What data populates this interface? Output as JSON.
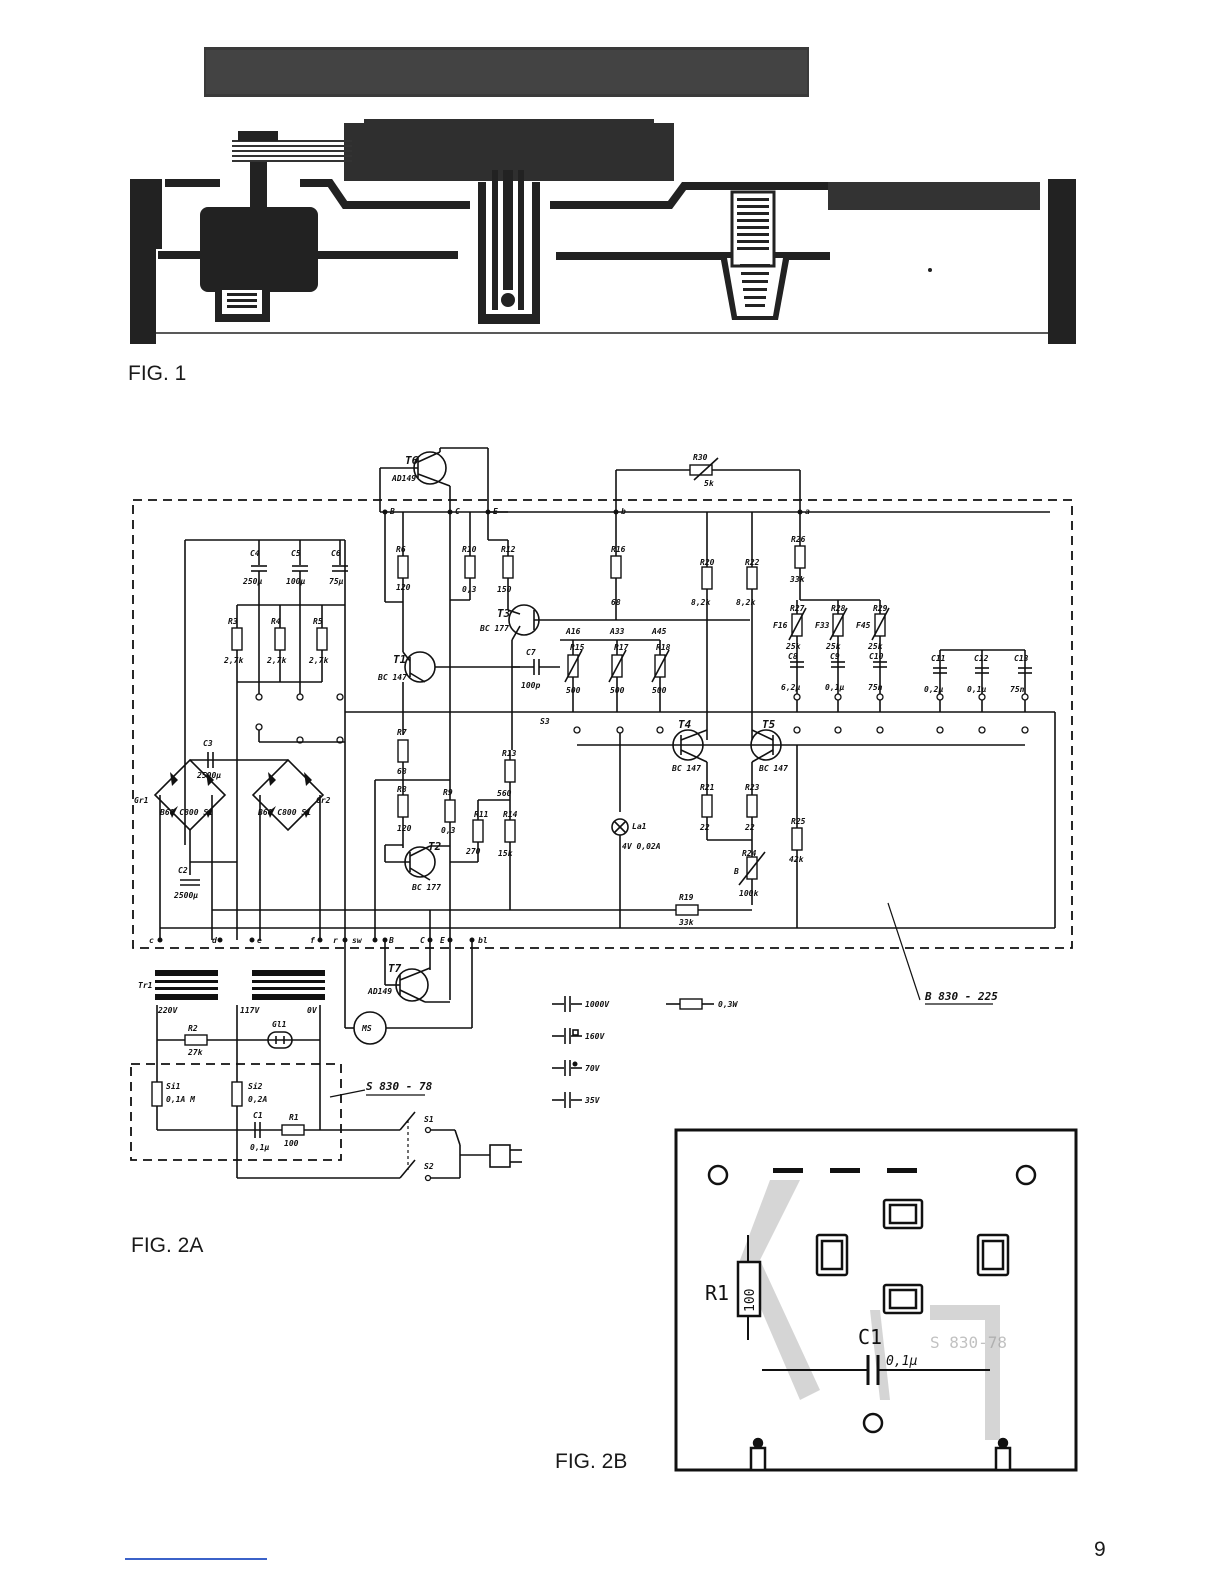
{
  "figures": {
    "fig1": "FIG. 1",
    "fig2a": "FIG. 2A",
    "fig2b": "FIG. 2B"
  },
  "page_number": "9",
  "schematic": {
    "transistors": {
      "t6": "T6",
      "t6_type": "AD149",
      "t7": "T7",
      "t7_type": "AD149",
      "t1": "T1",
      "t1_type": "BC 147",
      "t2": "T2",
      "t2_type": "BC 177",
      "t3": "T3",
      "t3_type": "BC 177",
      "t4": "T4",
      "t4_type": "BC 147",
      "t5": "T5",
      "t5_type": "BC 147"
    },
    "resistors": {
      "r30": "R30",
      "r30_val": "5k",
      "r26": "R26",
      "r26_val": "33k",
      "r27": "R27",
      "r27_val": "25k",
      "r27_tag": "F16",
      "r28": "R28",
      "r28_val": "25k",
      "r28_tag": "F33",
      "r29": "R29",
      "r29_val": "25k",
      "r29_tag": "F45",
      "r3": "R3",
      "r3_val": "2,7k",
      "r4": "R4",
      "r4_val": "2,7k",
      "r5": "R5",
      "r5_val": "2,7k",
      "r6": "R6",
      "r6_val": "120",
      "r7": "R7",
      "r7_val": "68",
      "r8": "R8",
      "r8_val": "120",
      "r9": "R9",
      "r9_val": "0,3",
      "r10": "R10",
      "r10_val": "0,3",
      "r11": "R11",
      "r11_val": "270",
      "r12": "R12",
      "r12_val": "150",
      "r13": "R13",
      "r13_val": "560",
      "r14": "R14",
      "r14_val": "15k",
      "r15": "R15",
      "r15_val": "500",
      "r15_tag": "A16",
      "r16": "R16",
      "r16_val": "68",
      "r17": "R17",
      "r17_val": "500",
      "r17_tag": "A33",
      "r18": "R18",
      "r18_val": "500",
      "r18_tag": "A45",
      "r19": "R19",
      "r19_val": "33k",
      "r20": "R20",
      "r20_val": "8,2k",
      "r21": "R21",
      "r21_val": "22",
      "r22": "R22",
      "r22_val": "8,2k",
      "r23": "R23",
      "r23_val": "22",
      "r24": "R24",
      "r24_val": "100k",
      "r24_tag": "B",
      "r25": "R25",
      "r25_val": "42k",
      "r1": "R1",
      "r1_val": "100",
      "r2": "R2",
      "r2_val": "27k"
    },
    "capacitors": {
      "c1": "C1",
      "c1_val": "0,1µ",
      "c2": "C2",
      "c2_val": "2500µ",
      "c3": "C3",
      "c3_val": "2500µ",
      "c4": "C4",
      "c4_val": "250µ",
      "c5": "C5",
      "c5_val": "100µ",
      "c6": "C6",
      "c6_val": "75µ",
      "c7": "C7",
      "c7_val": "100p",
      "c8": "C8",
      "c8_val": "6,2µ",
      "c9": "C9",
      "c9_val": "0,1µ",
      "c10": "C10",
      "c10_val": "75n",
      "c11": "C11",
      "c11_val": "0,2µ",
      "c12": "C12",
      "c12_val": "0,1µ",
      "c13": "C13",
      "c13_val": "75n"
    },
    "misc": {
      "gr1": "Gr1",
      "gr1_type": "B60 C800 Si",
      "gr2": "Gr2",
      "gr2_type": "B60 C800 Si",
      "la1": "La1",
      "la1_val": "4V 0,02A",
      "tr1": "Tr1",
      "v220": "220V",
      "v117": "117V",
      "v0": "0V",
      "gl1": "Gl1",
      "si1": "Si1",
      "si1_val": "0,1A M",
      "si2": "Si2",
      "si2_val": "0,2A",
      "s1": "S1",
      "s2": "S2",
      "s3": "S3",
      "ms": "MS",
      "board_main": "B 830 - 225",
      "board_supply": "S 830 - 78"
    },
    "terminals": [
      "B",
      "C",
      "E",
      "b",
      "a",
      "c",
      "d",
      "e",
      "f",
      "r",
      "sw",
      "B",
      "C",
      "E",
      "bl"
    ],
    "legend": {
      "v1000": "1000V",
      "v160": "160V",
      "v70": "70V",
      "v35": "35V",
      "w03": "0,3W"
    }
  },
  "pcb": {
    "r1": "R1",
    "r1_val": "100",
    "c1": "C1",
    "c1_val": "0,1µ",
    "ghost_text": "S 830-78"
  }
}
